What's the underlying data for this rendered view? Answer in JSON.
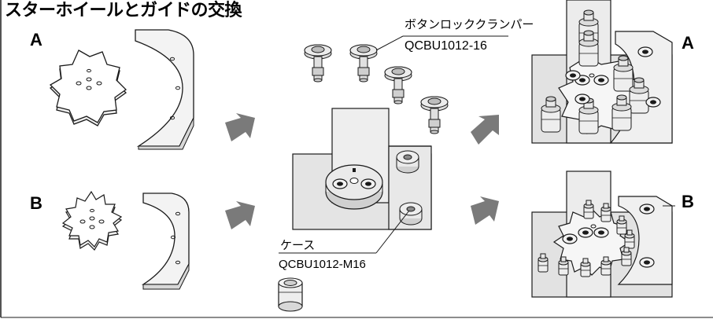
{
  "title": "スターホイールとガイドの交換",
  "labels": {
    "set_a_left": "A",
    "set_b_left": "B",
    "set_a_right": "A",
    "set_b_right": "B"
  },
  "callouts": {
    "clamper_name": "ボタンロッククランパー",
    "clamper_code": "QCBU1012-16",
    "case_name": "ケース",
    "case_code": "QCBU1012-M16"
  },
  "colors": {
    "line": "#1a1a1a",
    "panel": "#e6e6e6",
    "part": "#efefef",
    "arrow": "#7a7a7a"
  }
}
